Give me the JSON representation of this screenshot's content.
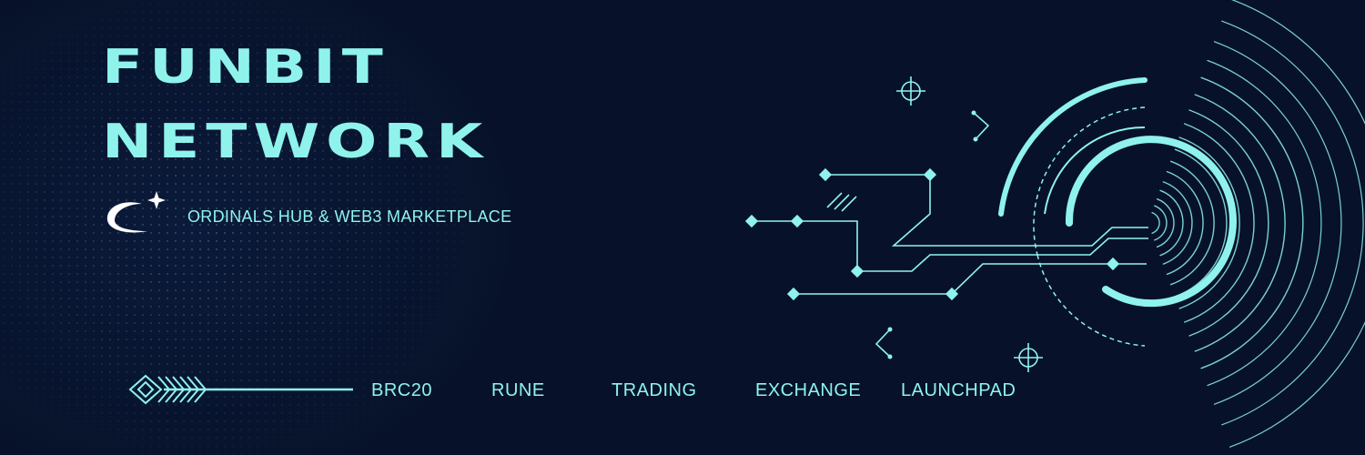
{
  "banner": {
    "title_line1": "FUNBIT",
    "title_line2": "NETWORK",
    "tagline": "ORDINALS HUB & WEB3 MARKETPLACE",
    "accent_color": "#8ff3ec",
    "background_color": "#07122a"
  },
  "nav": {
    "items": [
      {
        "label": "BRC20"
      },
      {
        "label": "RUNE"
      },
      {
        "label": "TRADING"
      },
      {
        "label": "EXCHANGE"
      },
      {
        "label": "LAUNCHPAD"
      }
    ]
  },
  "icons": {
    "logo": "orbit-star-icon",
    "arrow": "arrow-icon",
    "graphic": "circuit-radar-icon"
  }
}
